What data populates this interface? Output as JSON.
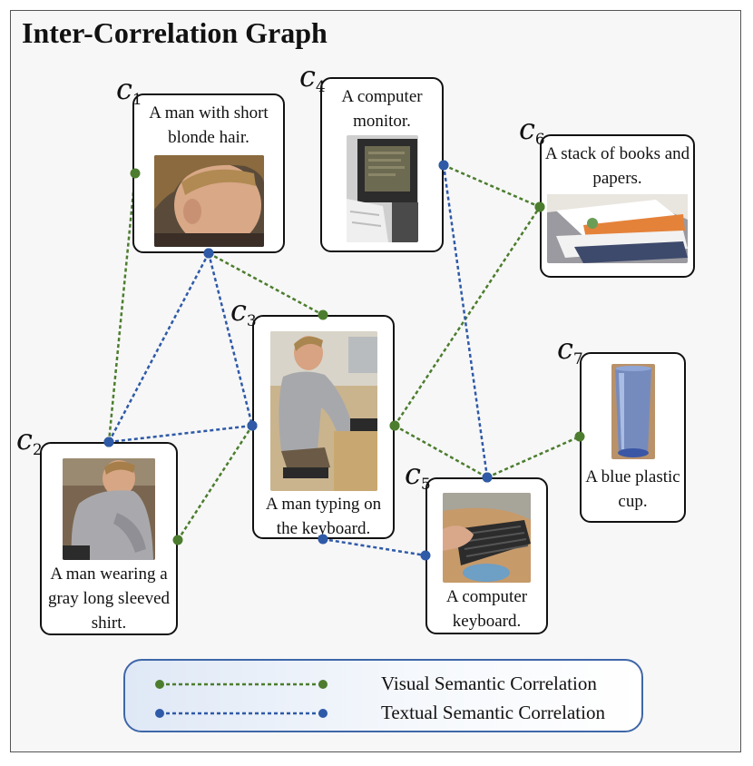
{
  "title": "Inter-Correlation Graph",
  "colors": {
    "visual": "#4c7d2e",
    "textual": "#2f5aa8"
  },
  "nodes": [
    {
      "id": "c1",
      "label_main": "c",
      "label_sub": "1",
      "text_top": "A man with short blonde hair.",
      "text_bottom": "",
      "photo": "man-short-blonde-hair"
    },
    {
      "id": "c2",
      "label_main": "c",
      "label_sub": "2",
      "text_top": "",
      "text_bottom": "A man wearing a gray long sleeved shirt.",
      "photo": "man-gray-shirt"
    },
    {
      "id": "c3",
      "label_main": "c",
      "label_sub": "3",
      "text_top": "",
      "text_bottom": "A man typing on the keyboard.",
      "photo": "man-typing-keyboard"
    },
    {
      "id": "c4",
      "label_main": "c",
      "label_sub": "4",
      "text_top": "A computer monitor.",
      "text_bottom": "",
      "photo": "computer-monitor"
    },
    {
      "id": "c5",
      "label_main": "c",
      "label_sub": "5",
      "text_top": "",
      "text_bottom": "A computer keyboard.",
      "photo": "computer-keyboard"
    },
    {
      "id": "c6",
      "label_main": "c",
      "label_sub": "6",
      "text_top": "A stack of books and papers.",
      "text_bottom": "",
      "photo": "books-and-papers"
    },
    {
      "id": "c7",
      "label_main": "c",
      "label_sub": "7",
      "text_top": "",
      "text_bottom": "A blue plastic cup.",
      "photo": "blue-plastic-cup"
    }
  ],
  "edges": [
    {
      "from": "c1",
      "to": "c2",
      "type": "visual"
    },
    {
      "from": "c1",
      "to": "c3",
      "type": "visual"
    },
    {
      "from": "c2",
      "to": "c3",
      "type": "visual"
    },
    {
      "from": "c3",
      "to": "c5",
      "type": "visual"
    },
    {
      "from": "c3",
      "to": "c6",
      "type": "visual"
    },
    {
      "from": "c4",
      "to": "c6",
      "type": "visual"
    },
    {
      "from": "c5",
      "to": "c7",
      "type": "visual"
    },
    {
      "from": "c1",
      "to": "c2",
      "type": "textual"
    },
    {
      "from": "c1",
      "to": "c3",
      "type": "textual"
    },
    {
      "from": "c2",
      "to": "c3",
      "type": "textual"
    },
    {
      "from": "c4",
      "to": "c5",
      "type": "textual"
    },
    {
      "from": "c3",
      "to": "c5",
      "type": "textual"
    }
  ],
  "legend": {
    "visual_label": "Visual Semantic Correlation",
    "textual_label": "Textual Semantic Correlation"
  }
}
